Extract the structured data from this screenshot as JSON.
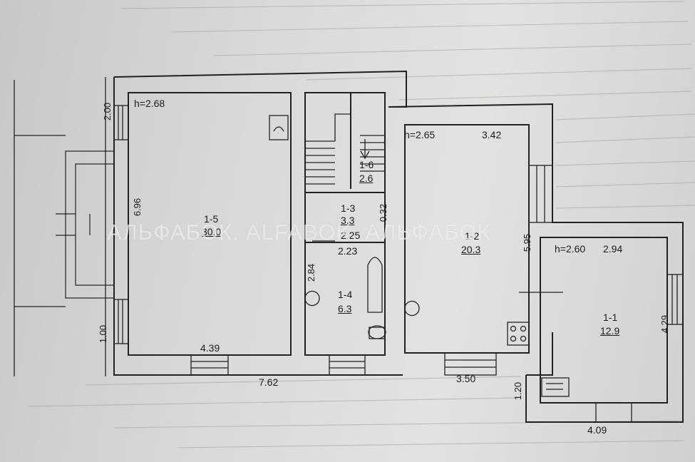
{
  "rooms": [
    {
      "id": "1-5",
      "area": "30.0"
    },
    {
      "id": "1-3",
      "area": "3.3"
    },
    {
      "id": "1-6",
      "area": "2.6"
    },
    {
      "id": "1-4",
      "area": "6.3"
    },
    {
      "id": "1-2",
      "area": "20.3"
    },
    {
      "id": "1-1",
      "area": "12.9"
    }
  ],
  "heights": [
    "h=2.68",
    "h=2.65",
    "h=2.60"
  ],
  "dimensions": [
    "2.00",
    "6.96",
    "1.00",
    "4.39",
    "7.62",
    "3.50",
    "3.42",
    "0.32",
    "2.25",
    "2.23",
    "2.84",
    "5.95",
    "2.94",
    "4.29",
    "1.20",
    "4.09"
  ],
  "watermark": "АЛЬФАБОК. ALFABOK. АЛЬФАБОК",
  "colors": {
    "paper": "#d8d9d9",
    "ink": "#1c1c1c",
    "ruling": "#9fa3ab"
  }
}
